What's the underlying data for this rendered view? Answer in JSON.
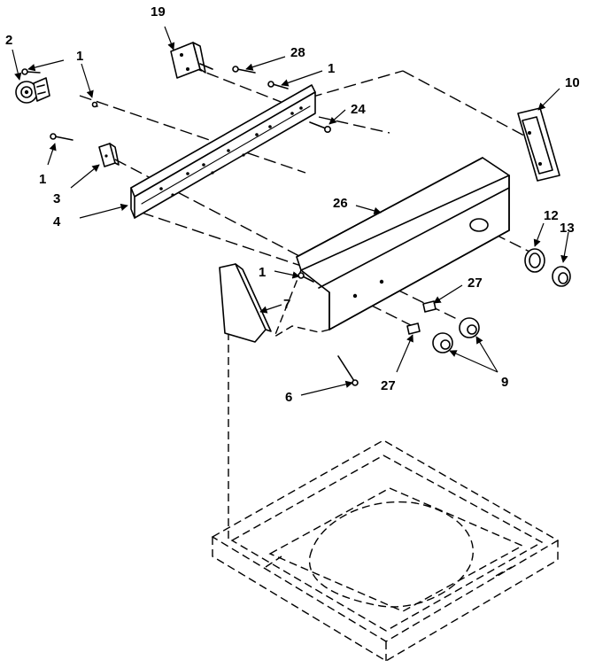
{
  "callouts": [
    {
      "id": "c1a",
      "label": "1"
    },
    {
      "id": "c1b",
      "label": "1"
    },
    {
      "id": "c1c",
      "label": "1"
    },
    {
      "id": "c1d",
      "label": "1"
    },
    {
      "id": "c2",
      "label": "2"
    },
    {
      "id": "c3",
      "label": "3"
    },
    {
      "id": "c4",
      "label": "4"
    },
    {
      "id": "c6",
      "label": "6"
    },
    {
      "id": "c7",
      "label": "7"
    },
    {
      "id": "c9",
      "label": "9"
    },
    {
      "id": "c10",
      "label": "10"
    },
    {
      "id": "c12",
      "label": "12"
    },
    {
      "id": "c13",
      "label": "13"
    },
    {
      "id": "c19",
      "label": "19"
    },
    {
      "id": "c24",
      "label": "24"
    },
    {
      "id": "c26",
      "label": "26"
    },
    {
      "id": "c27a",
      "label": "27"
    },
    {
      "id": "c27b",
      "label": "27"
    },
    {
      "id": "c28",
      "label": "28"
    }
  ]
}
